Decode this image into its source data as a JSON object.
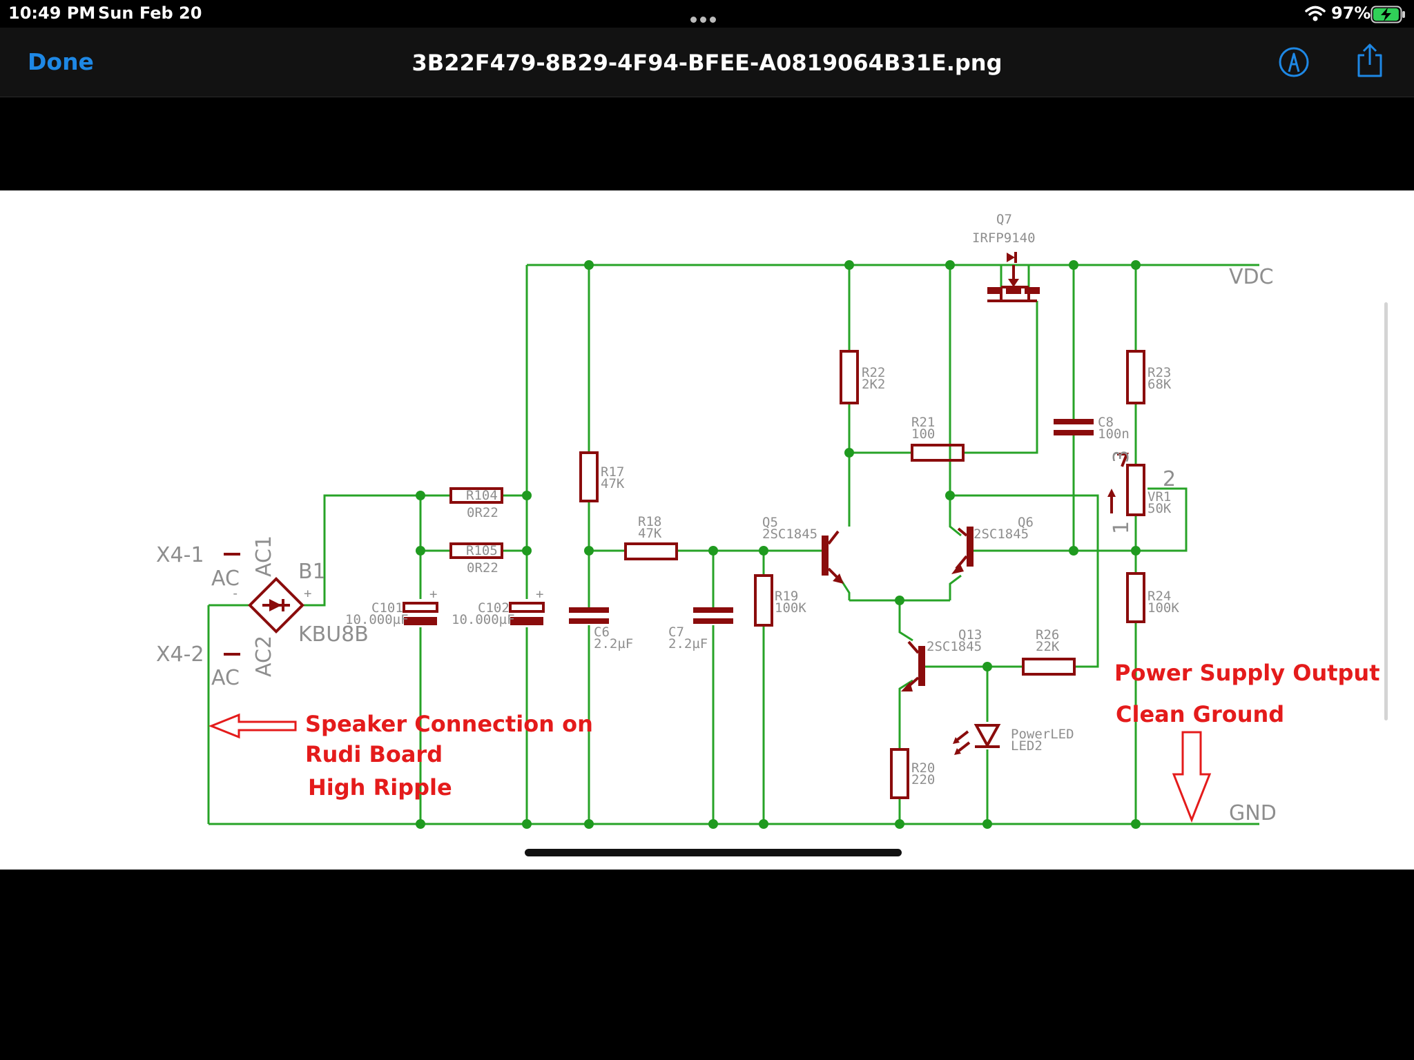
{
  "status_bar": {
    "time": "10:49 PM",
    "date": "Sun Feb 20",
    "battery_percent": "97%",
    "battery_level": 0.97,
    "icons": [
      "wifi-icon",
      "battery-charging-icon",
      "multitask-dots-icon"
    ]
  },
  "nav": {
    "done_label": "Done",
    "file_title": "3B22F479-8B29-4F94-BFEE-A0819064B31E.png",
    "icons": [
      "markup-pen-icon",
      "share-icon"
    ],
    "accent_color": "#1e88e5"
  },
  "schematic": {
    "rails": {
      "top": "VDC",
      "bottom": "GND"
    },
    "connectors": {
      "x4_1": "X4-1",
      "x4_2": "X4-2",
      "ac": "AC"
    },
    "bridge": {
      "name": "B1",
      "part": "KBU8B",
      "pin1": "AC1",
      "pin2": "AC2",
      "minus": "-",
      "plus": "+"
    },
    "components": {
      "r104": {
        "name": "R104",
        "value": "0R22"
      },
      "r105": {
        "name": "R105",
        "value": "0R22"
      },
      "c101": {
        "name": "C101",
        "value": "10.000µF"
      },
      "c102": {
        "name": "C102",
        "value": "10.000µF"
      },
      "r17": {
        "name": "R17",
        "value": "47K"
      },
      "r18": {
        "name": "R18",
        "value": "47K"
      },
      "c6": {
        "name": "C6",
        "value": "2.2µF"
      },
      "c7": {
        "name": "C7",
        "value": "2.2µF"
      },
      "r19": {
        "name": "R19",
        "value": "100K"
      },
      "q5": {
        "name": "Q5",
        "value": "2SC1845"
      },
      "r22": {
        "name": "R22",
        "value": "2K2"
      },
      "r21": {
        "name": "R21",
        "value": "100"
      },
      "q7": {
        "name": "Q7",
        "value": "IRFP9140"
      },
      "c8": {
        "name": "C8",
        "value": "100n"
      },
      "r23": {
        "name": "R23",
        "value": "68K"
      },
      "vr1": {
        "name": "VR1",
        "value": "50K",
        "pin1": "1",
        "pin2": "2",
        "pin3": "3"
      },
      "q6": {
        "name": "Q6",
        "value": "2SC1845"
      },
      "r24": {
        "name": "R24",
        "value": "100K"
      },
      "q13": {
        "name": "Q13",
        "value": "2SC1845"
      },
      "r26": {
        "name": "R26",
        "value": "22K"
      },
      "led2": {
        "name": "LED2",
        "value": "PowerLED"
      },
      "r20": {
        "name": "R20",
        "value": "220"
      }
    },
    "annotations": {
      "speaker_line1": "Speaker Connection on",
      "speaker_line2": "Rudi Board",
      "speaker_line3": "High Ripple",
      "output_label": "Power Supply Output",
      "ground_label": "Clean Ground",
      "color": "#e41b1b"
    },
    "wire_color": "#27a327",
    "component_color": "#8a0c0c"
  }
}
